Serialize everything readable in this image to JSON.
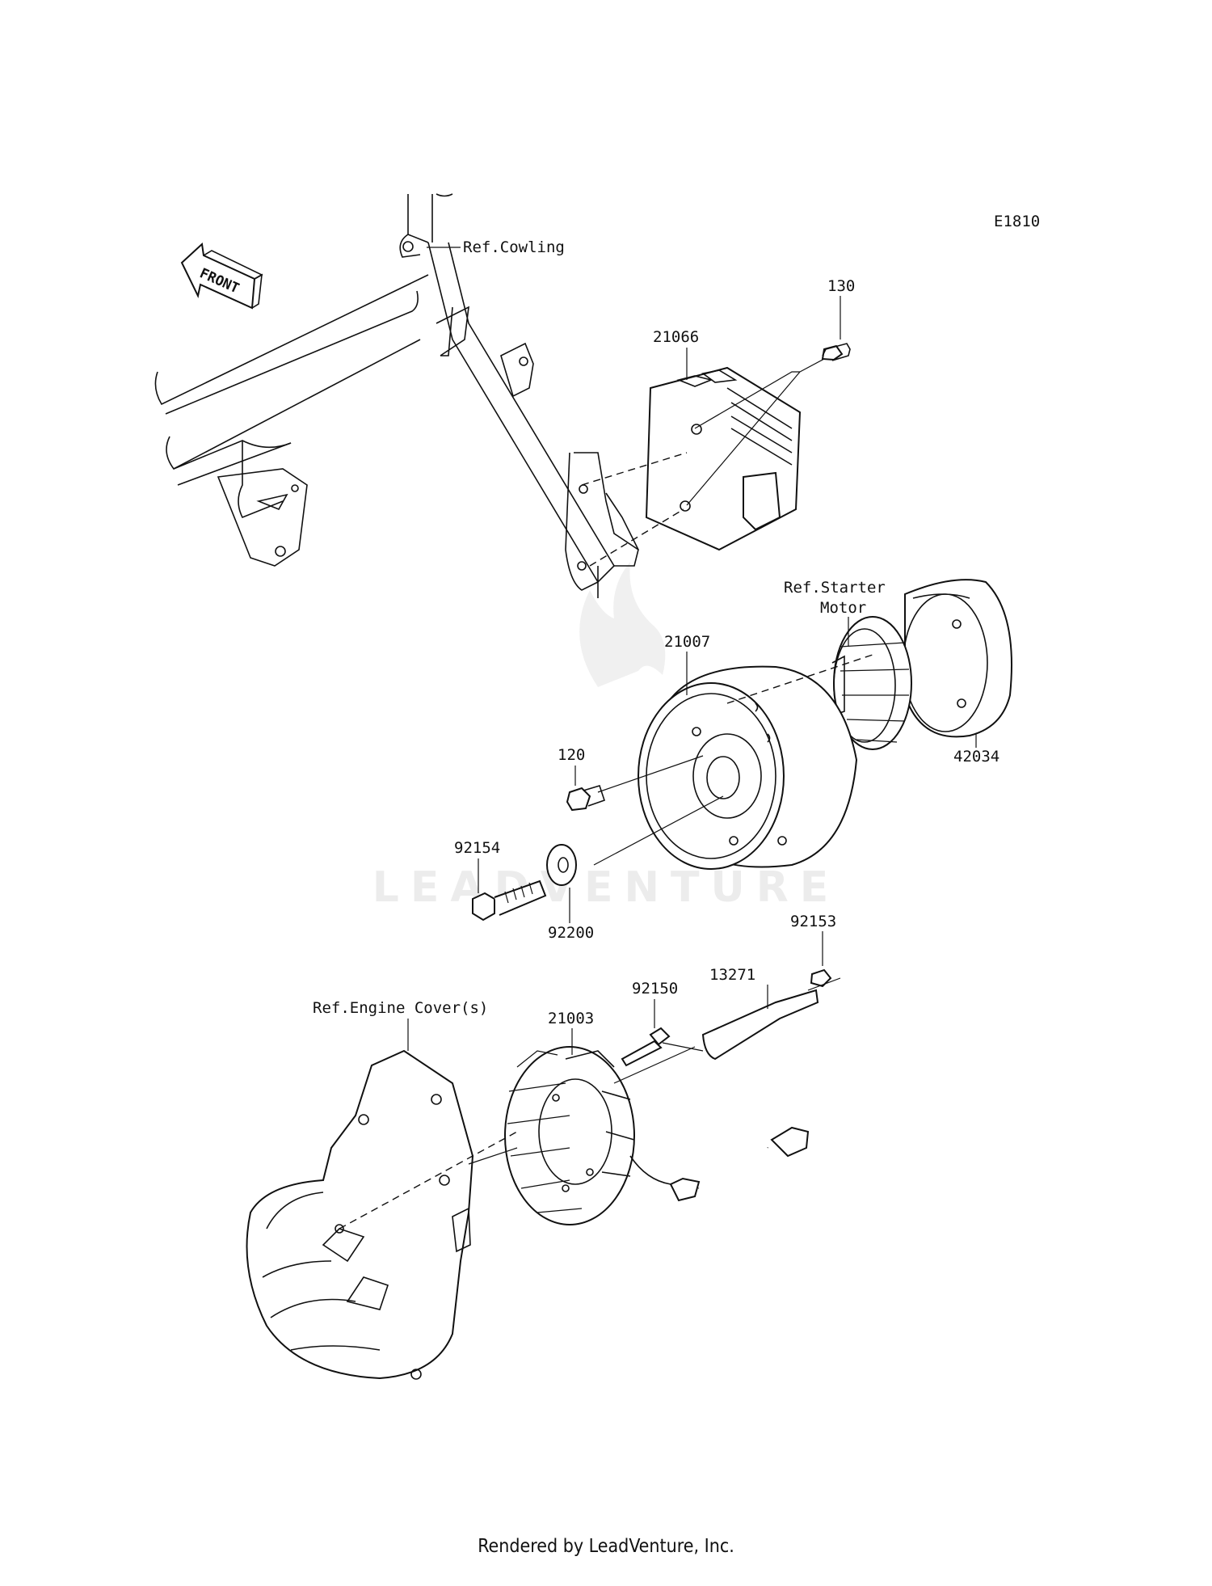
{
  "diagram_code": "E1810",
  "front_label": "FRONT",
  "watermark": "LEADVENTURE",
  "references": {
    "cowling": "Ref.Cowling",
    "starter_line1": "Ref.Starter",
    "starter_line2": "Motor",
    "engine_cover": "Ref.Engine Cover(s)"
  },
  "parts": {
    "p130": "130",
    "p21066": "21066",
    "p21007": "21007",
    "p42034": "42034",
    "p120": "120",
    "p92154": "92154",
    "p92200": "92200",
    "p92153": "92153",
    "p13271": "13271",
    "p92150": "92150",
    "p21003": "21003"
  },
  "footer": "Rendered by LeadVenture, Inc."
}
